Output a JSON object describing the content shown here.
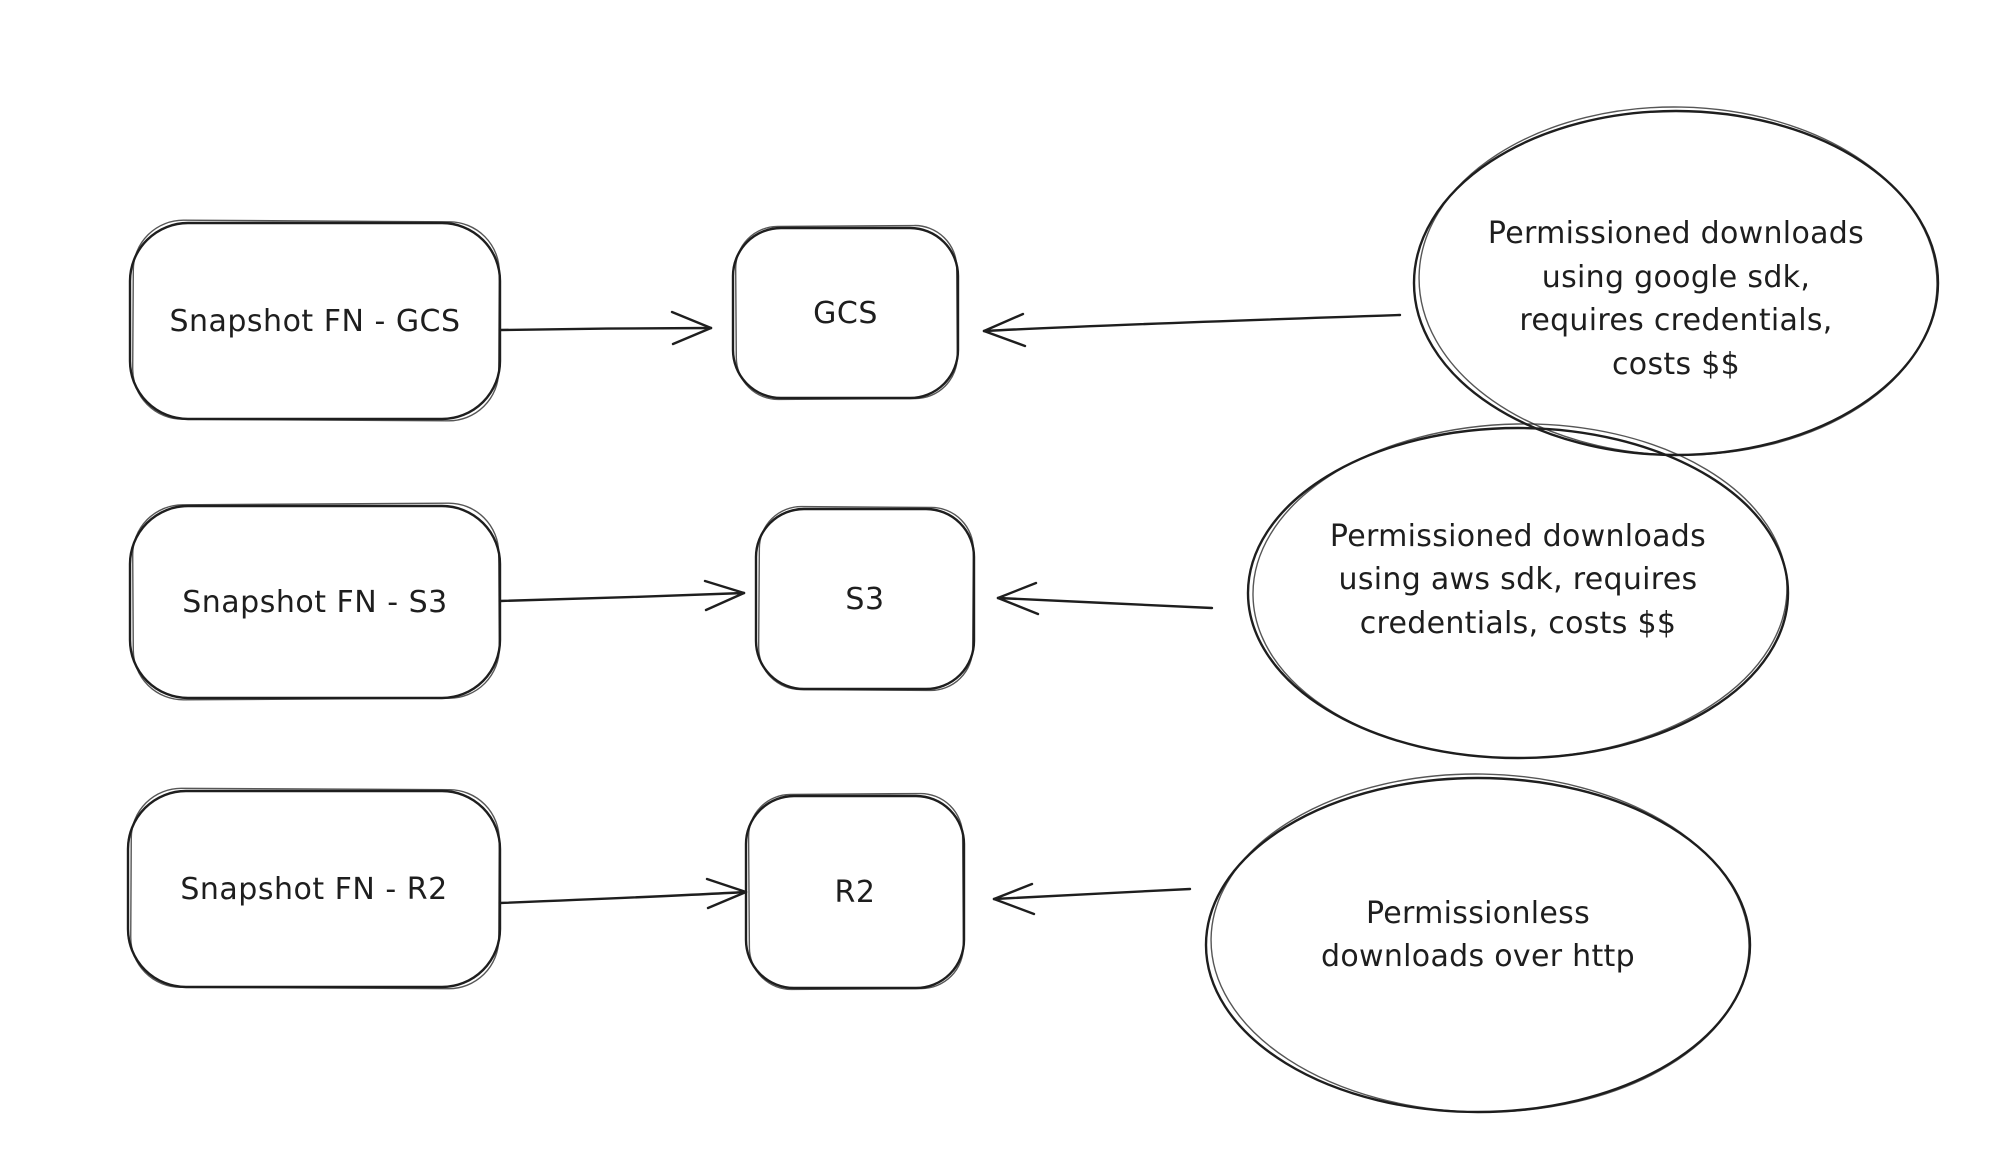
{
  "canvas": {
    "background_color": "#ffffff",
    "ink_color": "#1e1e1e"
  },
  "rows": [
    {
      "source": {
        "label": "Snapshot FN - GCS"
      },
      "target": {
        "label": "GCS"
      },
      "note": {
        "text": "Permissioned downloads\nusing google sdk,\nrequires credentials,\ncosts $$"
      }
    },
    {
      "source": {
        "label": "Snapshot FN - S3"
      },
      "target": {
        "label": "S3"
      },
      "note": {
        "text": "Permissioned downloads\nusing aws sdk, requires\ncredentials, costs $$"
      }
    },
    {
      "source": {
        "label": "Snapshot FN - R2"
      },
      "target": {
        "label": "R2"
      },
      "note": {
        "text": "Permissionless\ndownloads over http"
      }
    }
  ]
}
